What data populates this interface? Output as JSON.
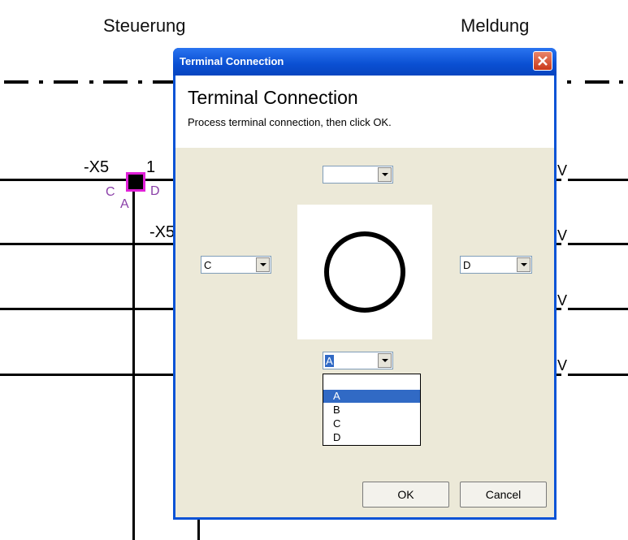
{
  "schematic": {
    "left_heading": "Steuerung",
    "right_heading": "Meldung",
    "terminal_tag": "-X5",
    "terminal_number": "1",
    "second_tag": "-X5",
    "side_labels": [
      "V",
      "V",
      "V",
      "V"
    ],
    "pin_labels": {
      "c": "C",
      "a": "A",
      "d": "D"
    }
  },
  "dialog": {
    "title": "Terminal Connection",
    "header_title": "Terminal Connection",
    "header_subtitle": "Process terminal connection, then click OK.",
    "combos": {
      "top": "",
      "left": "C",
      "right": "D",
      "bottom": "A"
    },
    "dropdown_options": [
      "",
      "A",
      "B",
      "C",
      "D"
    ],
    "dropdown_highlighted": "A",
    "ok_label": "OK",
    "cancel_label": "Cancel"
  },
  "colors": {
    "titlebar": "#0a53d6",
    "selection": "#316ac5",
    "dialog_body": "#ece9d8",
    "terminal_border": "#e020d8",
    "pin_label": "#8a3fa8"
  }
}
